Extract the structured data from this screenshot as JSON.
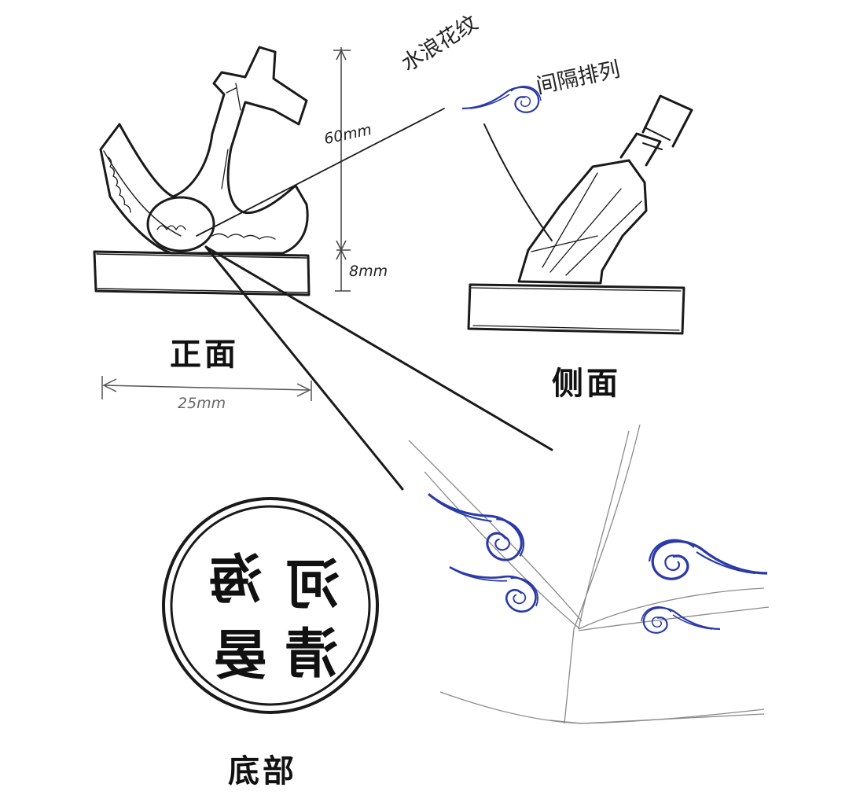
{
  "views": {
    "front": "正面",
    "side": "侧面",
    "bottom": "底部"
  },
  "dimensions": {
    "height": "60mm",
    "base_height": "8mm",
    "width": "25mm"
  },
  "annotations": {
    "pattern": "水浪花纹",
    "arrangement": "间隔排列"
  },
  "seal": {
    "characters": [
      "河",
      "海",
      "清",
      "晏"
    ]
  },
  "colors": {
    "ink": "#1a1a1a",
    "pencil": "#8a8a8a",
    "wave_blue": "#2a3aa8"
  }
}
